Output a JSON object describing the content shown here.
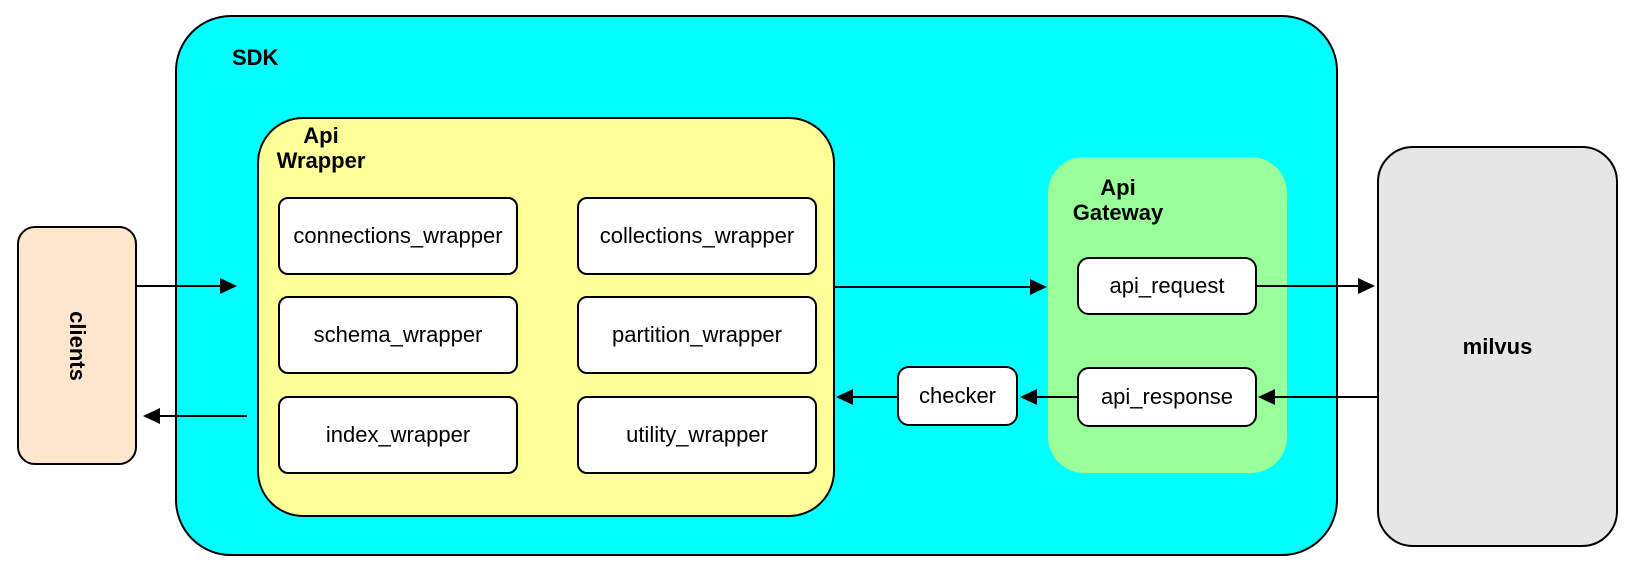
{
  "diagram": {
    "clients": {
      "label": "clients",
      "fill": "#ffe6cc"
    },
    "sdk": {
      "label": "SDK",
      "fill": "#00ffff"
    },
    "api_wrapper": {
      "label": "Api\nWrapper",
      "fill": "#ffff99",
      "modules": [
        "connections_wrapper",
        "collections_wrapper",
        "schema_wrapper",
        "partition_wrapper",
        "index_wrapper",
        "utility_wrapper"
      ]
    },
    "checker": {
      "label": "checker",
      "fill": "#ffffff"
    },
    "api_gateway": {
      "label": "Api\nGateway",
      "fill": "#99ff99",
      "modules": [
        "api_request",
        "api_response"
      ]
    },
    "milvus": {
      "label": "milvus",
      "fill": "#e6e6e6"
    },
    "edges": [
      {
        "from": "clients",
        "to": "api_wrapper"
      },
      {
        "from": "api_wrapper",
        "to": "api_gateway"
      },
      {
        "from": "api_request",
        "to": "milvus"
      },
      {
        "from": "milvus",
        "to": "api_response"
      },
      {
        "from": "api_response",
        "to": "checker"
      },
      {
        "from": "checker",
        "to": "api_wrapper"
      },
      {
        "from": "api_wrapper",
        "to": "clients"
      }
    ]
  }
}
